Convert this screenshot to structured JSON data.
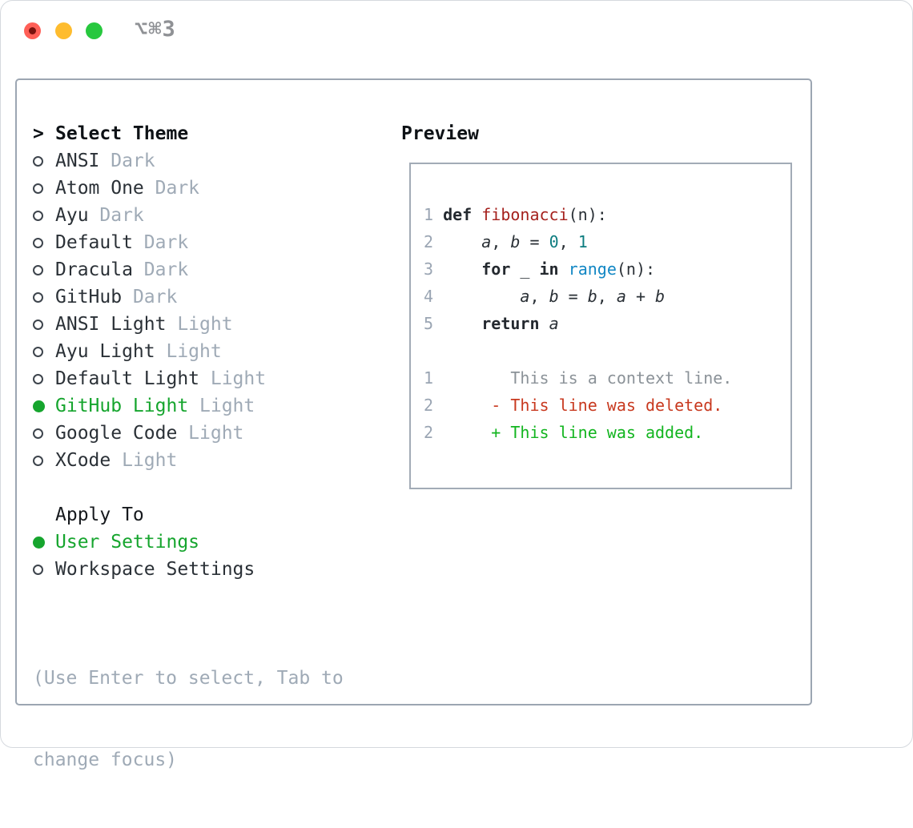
{
  "titlebar": {
    "shortcut": "⌥⌘3"
  },
  "theme_picker": {
    "prompt": ">",
    "title": "Select Theme",
    "items": [
      {
        "name": "ANSI",
        "variant": "Dark",
        "selected": false
      },
      {
        "name": "Atom One",
        "variant": "Dark",
        "selected": false
      },
      {
        "name": "Ayu",
        "variant": "Dark",
        "selected": false
      },
      {
        "name": "Default",
        "variant": "Dark",
        "selected": false
      },
      {
        "name": "Dracula",
        "variant": "Dark",
        "selected": false
      },
      {
        "name": "GitHub",
        "variant": "Dark",
        "selected": false
      },
      {
        "name": "ANSI Light",
        "variant": "Light",
        "selected": false
      },
      {
        "name": "Ayu Light",
        "variant": "Light",
        "selected": false
      },
      {
        "name": "Default Light",
        "variant": "Light",
        "selected": false
      },
      {
        "name": "GitHub Light",
        "variant": "Light",
        "selected": true
      },
      {
        "name": "Google Code",
        "variant": "Light",
        "selected": false
      },
      {
        "name": "XCode",
        "variant": "Light",
        "selected": false
      }
    ],
    "apply_to": {
      "title": "Apply To",
      "options": [
        {
          "label": "User Settings",
          "selected": true
        },
        {
          "label": "Workspace Settings",
          "selected": false
        }
      ]
    },
    "hint_line1": "(Use Enter to select, Tab to",
    "hint_line2": "change focus)"
  },
  "preview": {
    "title": "Preview",
    "lines": [
      {
        "num": "1",
        "tokens": [
          {
            "text": "def ",
            "cls": "kw"
          },
          {
            "text": "fibonacci",
            "cls": "fn"
          },
          {
            "text": "(n):",
            "cls": "pl"
          }
        ]
      },
      {
        "num": "2",
        "tokens": [
          {
            "text": "    ",
            "cls": "pl"
          },
          {
            "text": "a",
            "cls": "var"
          },
          {
            "text": ", ",
            "cls": "pl"
          },
          {
            "text": "b",
            "cls": "var"
          },
          {
            "text": " = ",
            "cls": "pl"
          },
          {
            "text": "0",
            "cls": "num"
          },
          {
            "text": ", ",
            "cls": "pl"
          },
          {
            "text": "1",
            "cls": "num"
          }
        ]
      },
      {
        "num": "3",
        "tokens": [
          {
            "text": "    ",
            "cls": "pl"
          },
          {
            "text": "for",
            "cls": "kw"
          },
          {
            "text": " _ ",
            "cls": "pl"
          },
          {
            "text": "in",
            "cls": "kw"
          },
          {
            "text": " ",
            "cls": "pl"
          },
          {
            "text": "range",
            "cls": "blt"
          },
          {
            "text": "(n):",
            "cls": "pl"
          }
        ]
      },
      {
        "num": "4",
        "tokens": [
          {
            "text": "        ",
            "cls": "pl"
          },
          {
            "text": "a",
            "cls": "var"
          },
          {
            "text": ", ",
            "cls": "pl"
          },
          {
            "text": "b",
            "cls": "var"
          },
          {
            "text": " = ",
            "cls": "pl"
          },
          {
            "text": "b",
            "cls": "var"
          },
          {
            "text": ", ",
            "cls": "pl"
          },
          {
            "text": "a",
            "cls": "var"
          },
          {
            "text": " + ",
            "cls": "pl"
          },
          {
            "text": "b",
            "cls": "var"
          }
        ]
      },
      {
        "num": "5",
        "tokens": [
          {
            "text": "    ",
            "cls": "pl"
          },
          {
            "text": "return",
            "cls": "kw"
          },
          {
            "text": " ",
            "cls": "pl"
          },
          {
            "text": "a",
            "cls": "var"
          }
        ]
      },
      {
        "blank": true
      },
      {
        "num": "1",
        "tokens": [
          {
            "text": "       This is a context line.",
            "cls": "ctx"
          }
        ]
      },
      {
        "num": "2",
        "tokens": [
          {
            "text": "     - This line was deleted.",
            "cls": "del"
          }
        ]
      },
      {
        "num": "2",
        "tokens": [
          {
            "text": "     + This line was added.",
            "cls": "add"
          }
        ]
      }
    ]
  },
  "colors": {
    "accent_green": "#16a52e",
    "diff_added": "#13b520",
    "diff_deleted": "#c8391f",
    "diff_context": "#8b9298",
    "syntax_function": "#a5211d",
    "syntax_number": "#0e7d80",
    "syntax_builtin": "#1287c4",
    "muted_gray": "#9faab6",
    "panel_border": "#9ca6b2",
    "traffic_red": "#ff5f57",
    "traffic_yellow": "#febc2e",
    "traffic_green": "#27c83e"
  }
}
